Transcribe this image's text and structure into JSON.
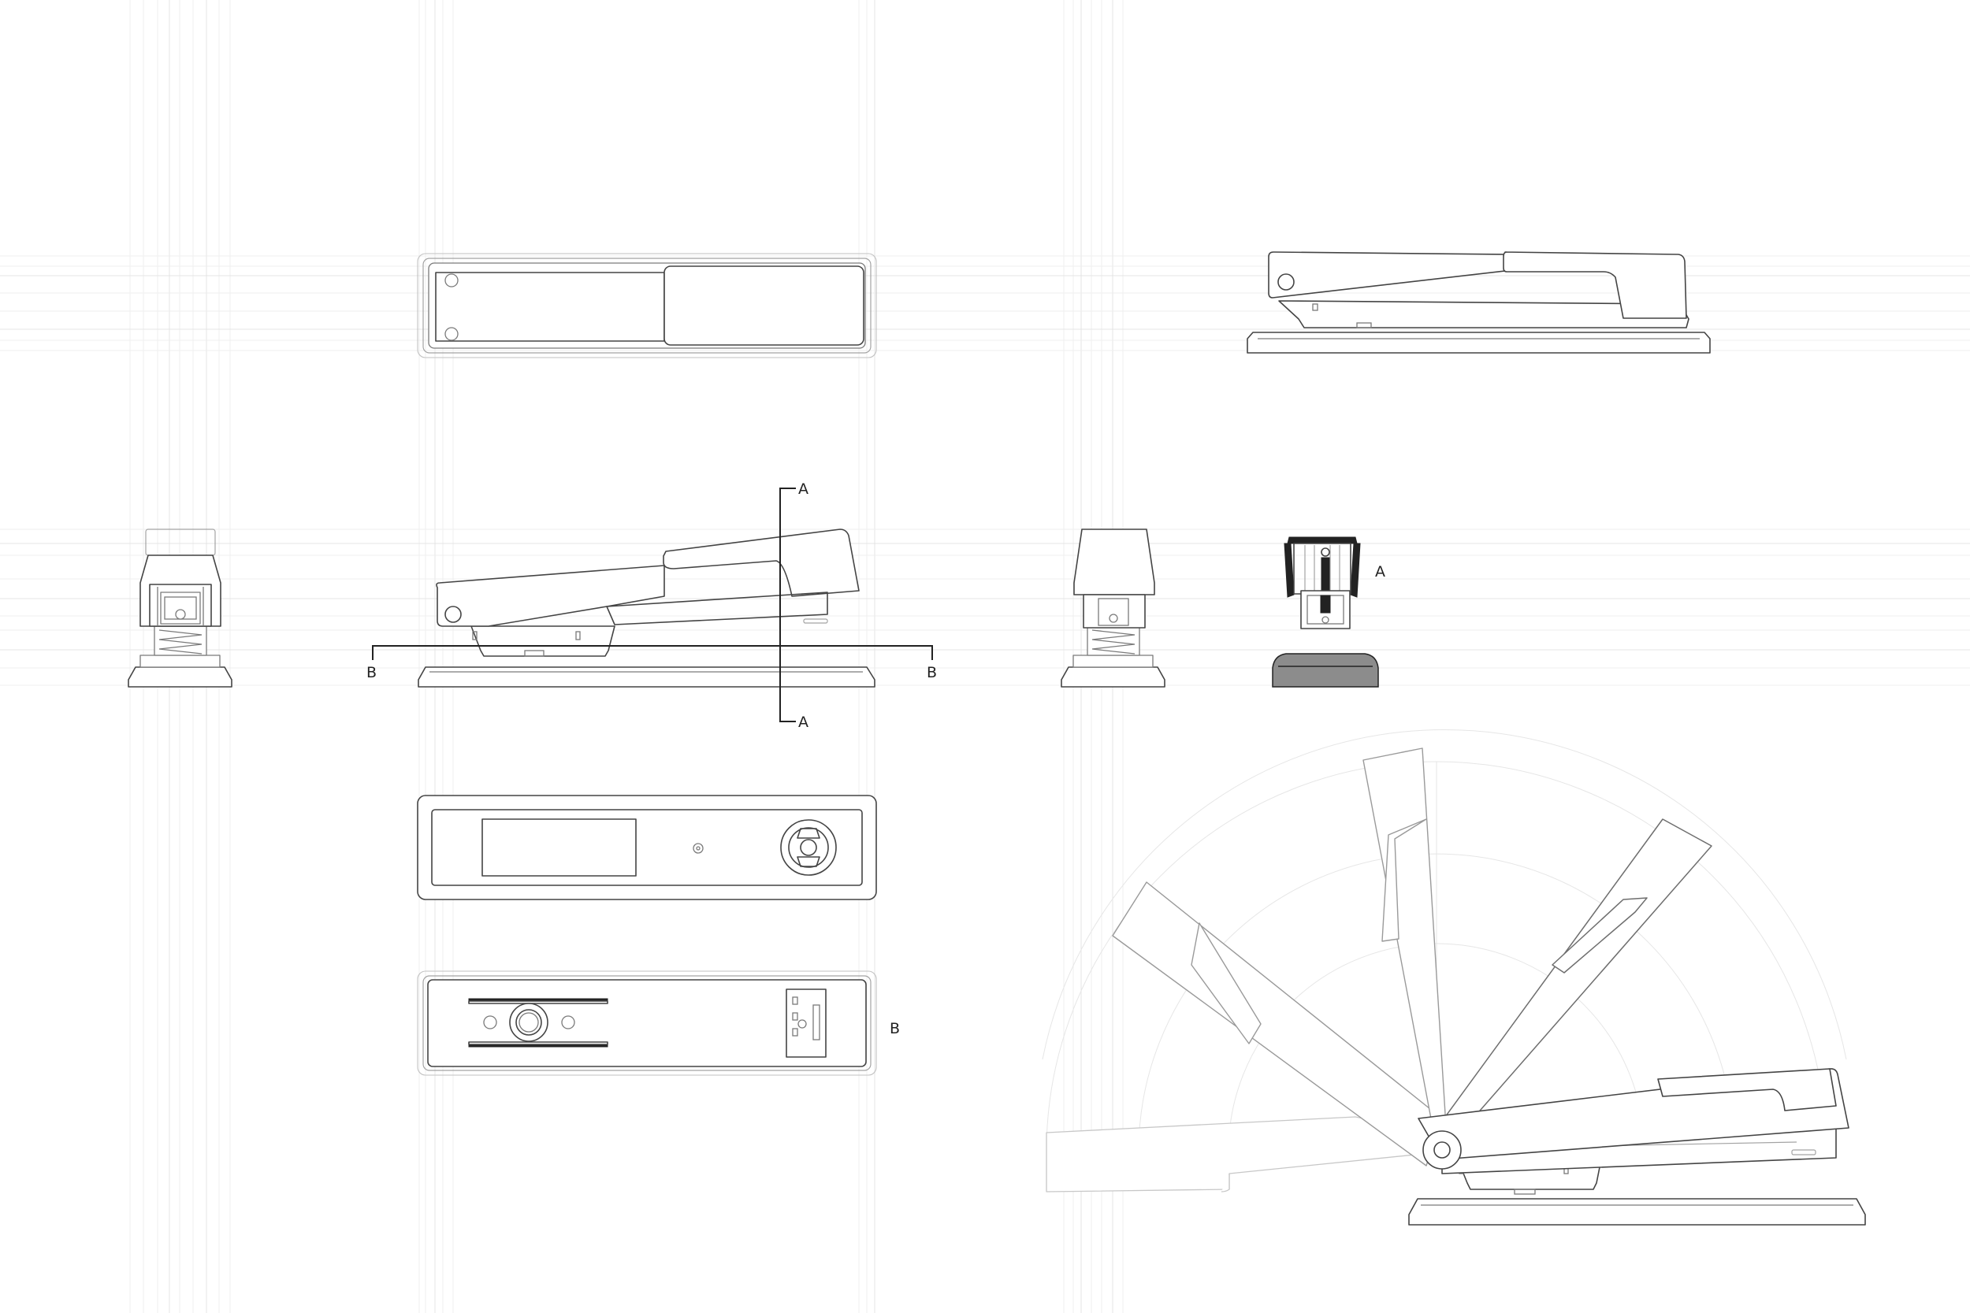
{
  "section_markers": {
    "a_top": "A",
    "a_bottom": "A",
    "b_left": "B",
    "b_right": "B",
    "a_view": "A",
    "b_view": "B"
  },
  "colors": {
    "line": "#444444",
    "construction": "#e6e6e6",
    "section_line": "#222222",
    "section_fill": "#8c8c8c"
  }
}
